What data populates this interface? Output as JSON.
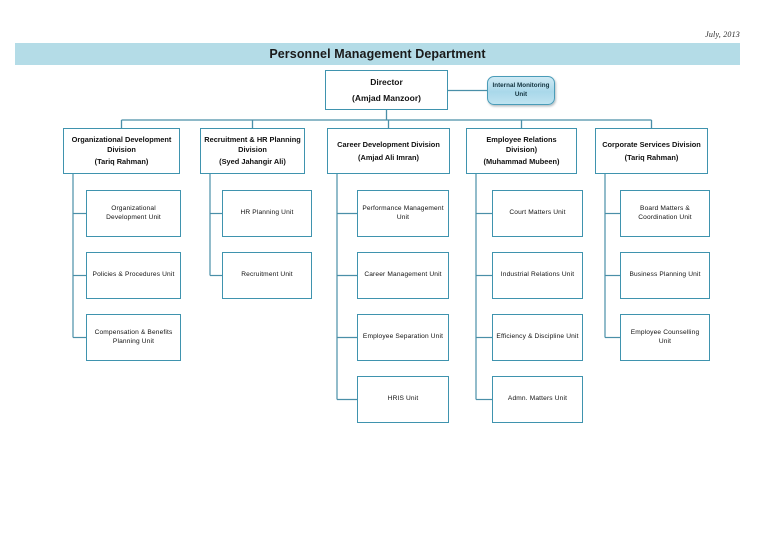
{
  "document": {
    "date": "July, 2013",
    "title": "Personnel Management Department",
    "title_bar_color": "#b4dce7",
    "box_border_color": "#3f93ae",
    "connector_color": "#4a8fa8"
  },
  "director": {
    "role": "Director",
    "name": "(Amjad Manzoor)"
  },
  "monitoring_unit": {
    "label": "Internal Monitoring Unit"
  },
  "divisions": [
    {
      "name": "Organizational Development Division",
      "head": "(Tariq Rahman)",
      "units": [
        "Organizational Development Unit",
        "Policies & Procedures Unit",
        "Compensation & Benefits Planning Unit"
      ]
    },
    {
      "name": "Recruitment & HR Planning Division",
      "head": "(Syed Jahangir Ali)",
      "units": [
        "HR Planning Unit",
        "Recruitment Unit"
      ]
    },
    {
      "name": "Career Development Division",
      "head": "(Amjad Ali Imran)",
      "units": [
        "Performance Management Unit",
        "Career Management Unit",
        "Employee Separation Unit",
        "HRIS Unit"
      ]
    },
    {
      "name": "Employee Relations Division)",
      "head": "(Muhammad Mubeen)",
      "units": [
        "Court Matters Unit",
        "Industrial Relations  Unit",
        "Efficiency & Discipline Unit",
        "Admn. Matters Unit"
      ]
    },
    {
      "name": "Corporate Services Division",
      "head": "(Tariq Rahman)",
      "units": [
        "Board Matters & Coordination Unit",
        "Business Planning Unit",
        "Employee Counselling Unit"
      ]
    }
  ]
}
